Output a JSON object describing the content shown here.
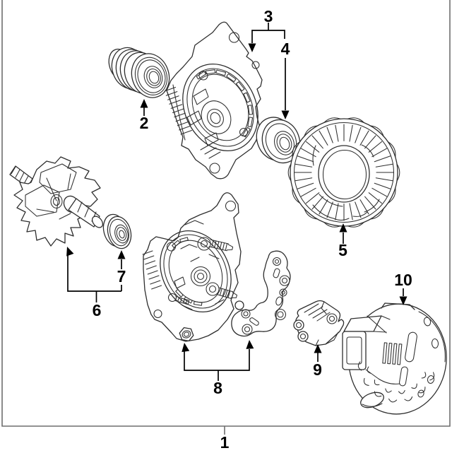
{
  "diagram": {
    "callouts": [
      {
        "label": "1"
      },
      {
        "label": "2"
      },
      {
        "label": "3"
      },
      {
        "label": "4"
      },
      {
        "label": "5"
      },
      {
        "label": "6"
      },
      {
        "label": "7"
      },
      {
        "label": "8"
      },
      {
        "label": "9"
      },
      {
        "label": "10"
      }
    ]
  },
  "colors": {
    "background": "#ffffff",
    "drawing_line": "#2e2e2e",
    "callout": "#000000",
    "frame_border": "#6e6e6e"
  }
}
